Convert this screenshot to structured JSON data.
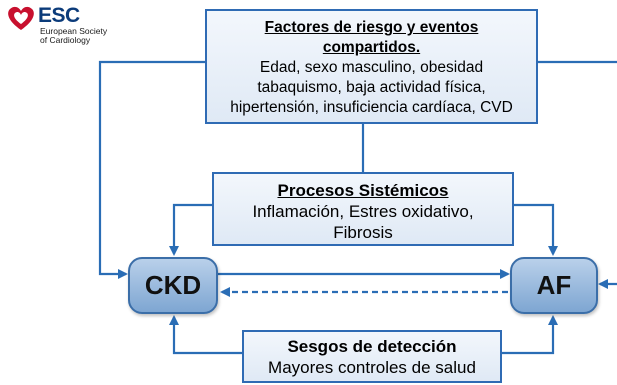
{
  "logo": {
    "brand": "ESC",
    "line1": "European Society",
    "line2": "of Cardiology"
  },
  "risk_box": {
    "title_line1": "Factores de riesgo y eventos",
    "title_line2": "compartidos.",
    "line1": "Edad, sexo masculino, obesidad",
    "line2": "tabaquismo, baja actividad física,",
    "line3": "hipertensión, insuficiencia cardíaca, CVD"
  },
  "systemic_box": {
    "title": "Procesos Sistémicos",
    "line1": "Inflamación, Estres oxidativo,",
    "line2": "Fibrosis"
  },
  "detection_box": {
    "title": "Sesgos de detección",
    "line1": "Mayores  controles de salud"
  },
  "nodes": {
    "ckd": "CKD",
    "af": "AF"
  },
  "colors": {
    "arrow": "#2a6db5",
    "box_border": "#2f6bb4",
    "node_fill": "#8fb3dc",
    "logo_red": "#c8102e",
    "logo_navy": "#0b3b7a"
  }
}
